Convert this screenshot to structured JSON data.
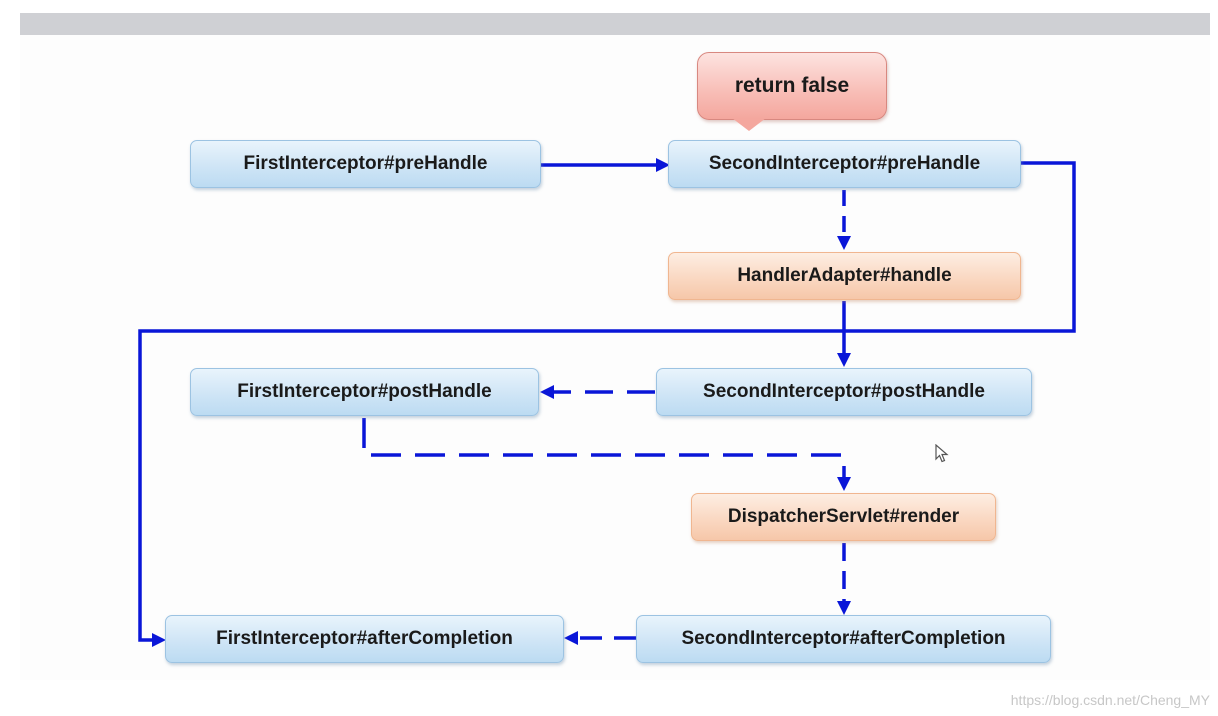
{
  "callout": {
    "label": "return false"
  },
  "nodes": {
    "first_pre": "FirstInterceptor#preHandle",
    "second_pre": "SecondInterceptor#preHandle",
    "handler_adapter": "HandlerAdapter#handle",
    "first_post": "FirstInterceptor#postHandle",
    "second_post": "SecondInterceptor#postHandle",
    "dispatcher_render": "DispatcherServlet#render",
    "first_after": "FirstInterceptor#afterCompletion",
    "second_after": "SecondInterceptor#afterCompletion"
  },
  "colors": {
    "arrow": "#0a16d8",
    "node_blue": "#cfe5f6",
    "node_orange": "#fad8c2",
    "callout": "#f8bdb6"
  },
  "watermark": "https://blog.csdn.net/Cheng_MY"
}
